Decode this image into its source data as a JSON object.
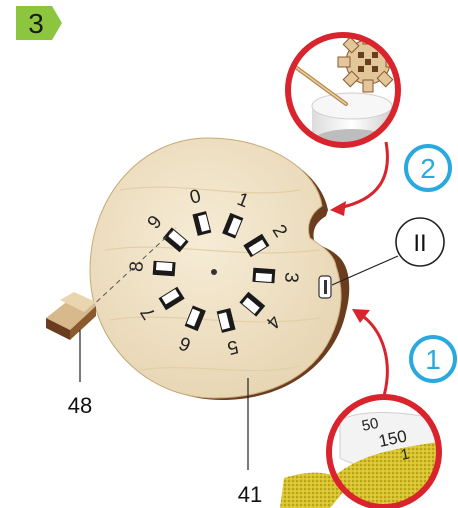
{
  "step": {
    "number": "3",
    "badge_color": "#8cc63f"
  },
  "callouts": [
    {
      "id": "1",
      "color": "#29a9e0"
    },
    {
      "id": "2",
      "color": "#29a9e0"
    }
  ],
  "part_labels": {
    "disc": "41",
    "peg": "48",
    "detail": "II"
  },
  "dial_digits": [
    "0",
    "1",
    "2",
    "3",
    "4",
    "5",
    "6",
    "7",
    "8",
    "9"
  ],
  "sandpaper_text": [
    "50",
    "150",
    "1"
  ],
  "colors": {
    "arrow": "#d9232d",
    "wood": "#efe2c6",
    "wood_edge": "#6b3d1f"
  },
  "icons": [
    "glue-applicator-icon",
    "sandpaper-icon"
  ]
}
